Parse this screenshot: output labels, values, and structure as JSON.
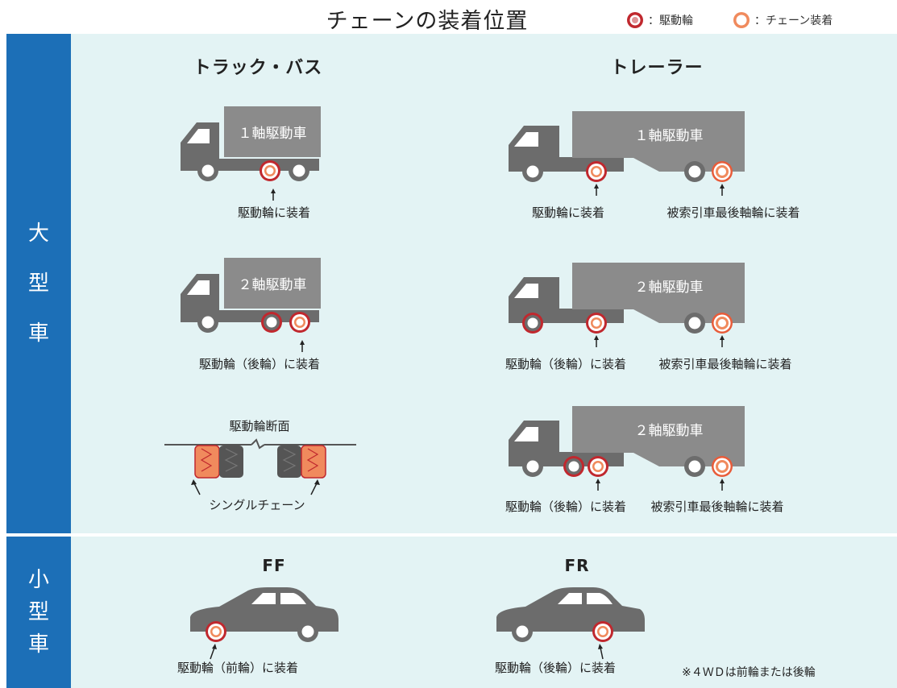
{
  "title": "チェーンの装着位置",
  "legend": {
    "drive_label": "：駆動輪",
    "chain_label": "：チェーン装着"
  },
  "colors": {
    "blue": "#1c6fb7",
    "panel": "#e3f3f4",
    "vehicle": "#6c6c6c",
    "cargo": "#8b8b8b",
    "drive_ring": "#c0282e",
    "chain_ring": "#f08a5d"
  },
  "sections": {
    "large": [
      "大",
      "型",
      "車"
    ],
    "small": [
      "小",
      "型",
      "車"
    ]
  },
  "truck_bus": {
    "title": "トラック・バス",
    "row1": {
      "body": "１軸駆動車",
      "caption": "駆動輪に装着"
    },
    "row2": {
      "body": "２軸駆動車",
      "caption": "駆動輪（後輪）に装着"
    },
    "section": {
      "title": "駆動輪断面",
      "caption": "シングルチェーン"
    }
  },
  "trailer": {
    "title": "トレーラー",
    "row1": {
      "body": "１軸駆動車",
      "caption_left": "駆動輪に装着",
      "caption_right": "被索引車最後軸輪に装着"
    },
    "row2": {
      "body": "２軸駆動車",
      "caption_left": "駆動輪（後輪）に装着",
      "caption_right": "被索引車最後軸輪に装着"
    },
    "row3": {
      "body": "２軸駆動車",
      "caption_left": "駆動輪（後輪）に装着",
      "caption_right": "被索引車最後軸輪に装着"
    }
  },
  "small": {
    "ff": {
      "title": "FF",
      "caption": "駆動輪（前輪）に装着"
    },
    "fr": {
      "title": "FR",
      "caption": "駆動輪（後輪）に装着"
    },
    "note": "※４ＷＤは前輪または後輪"
  }
}
